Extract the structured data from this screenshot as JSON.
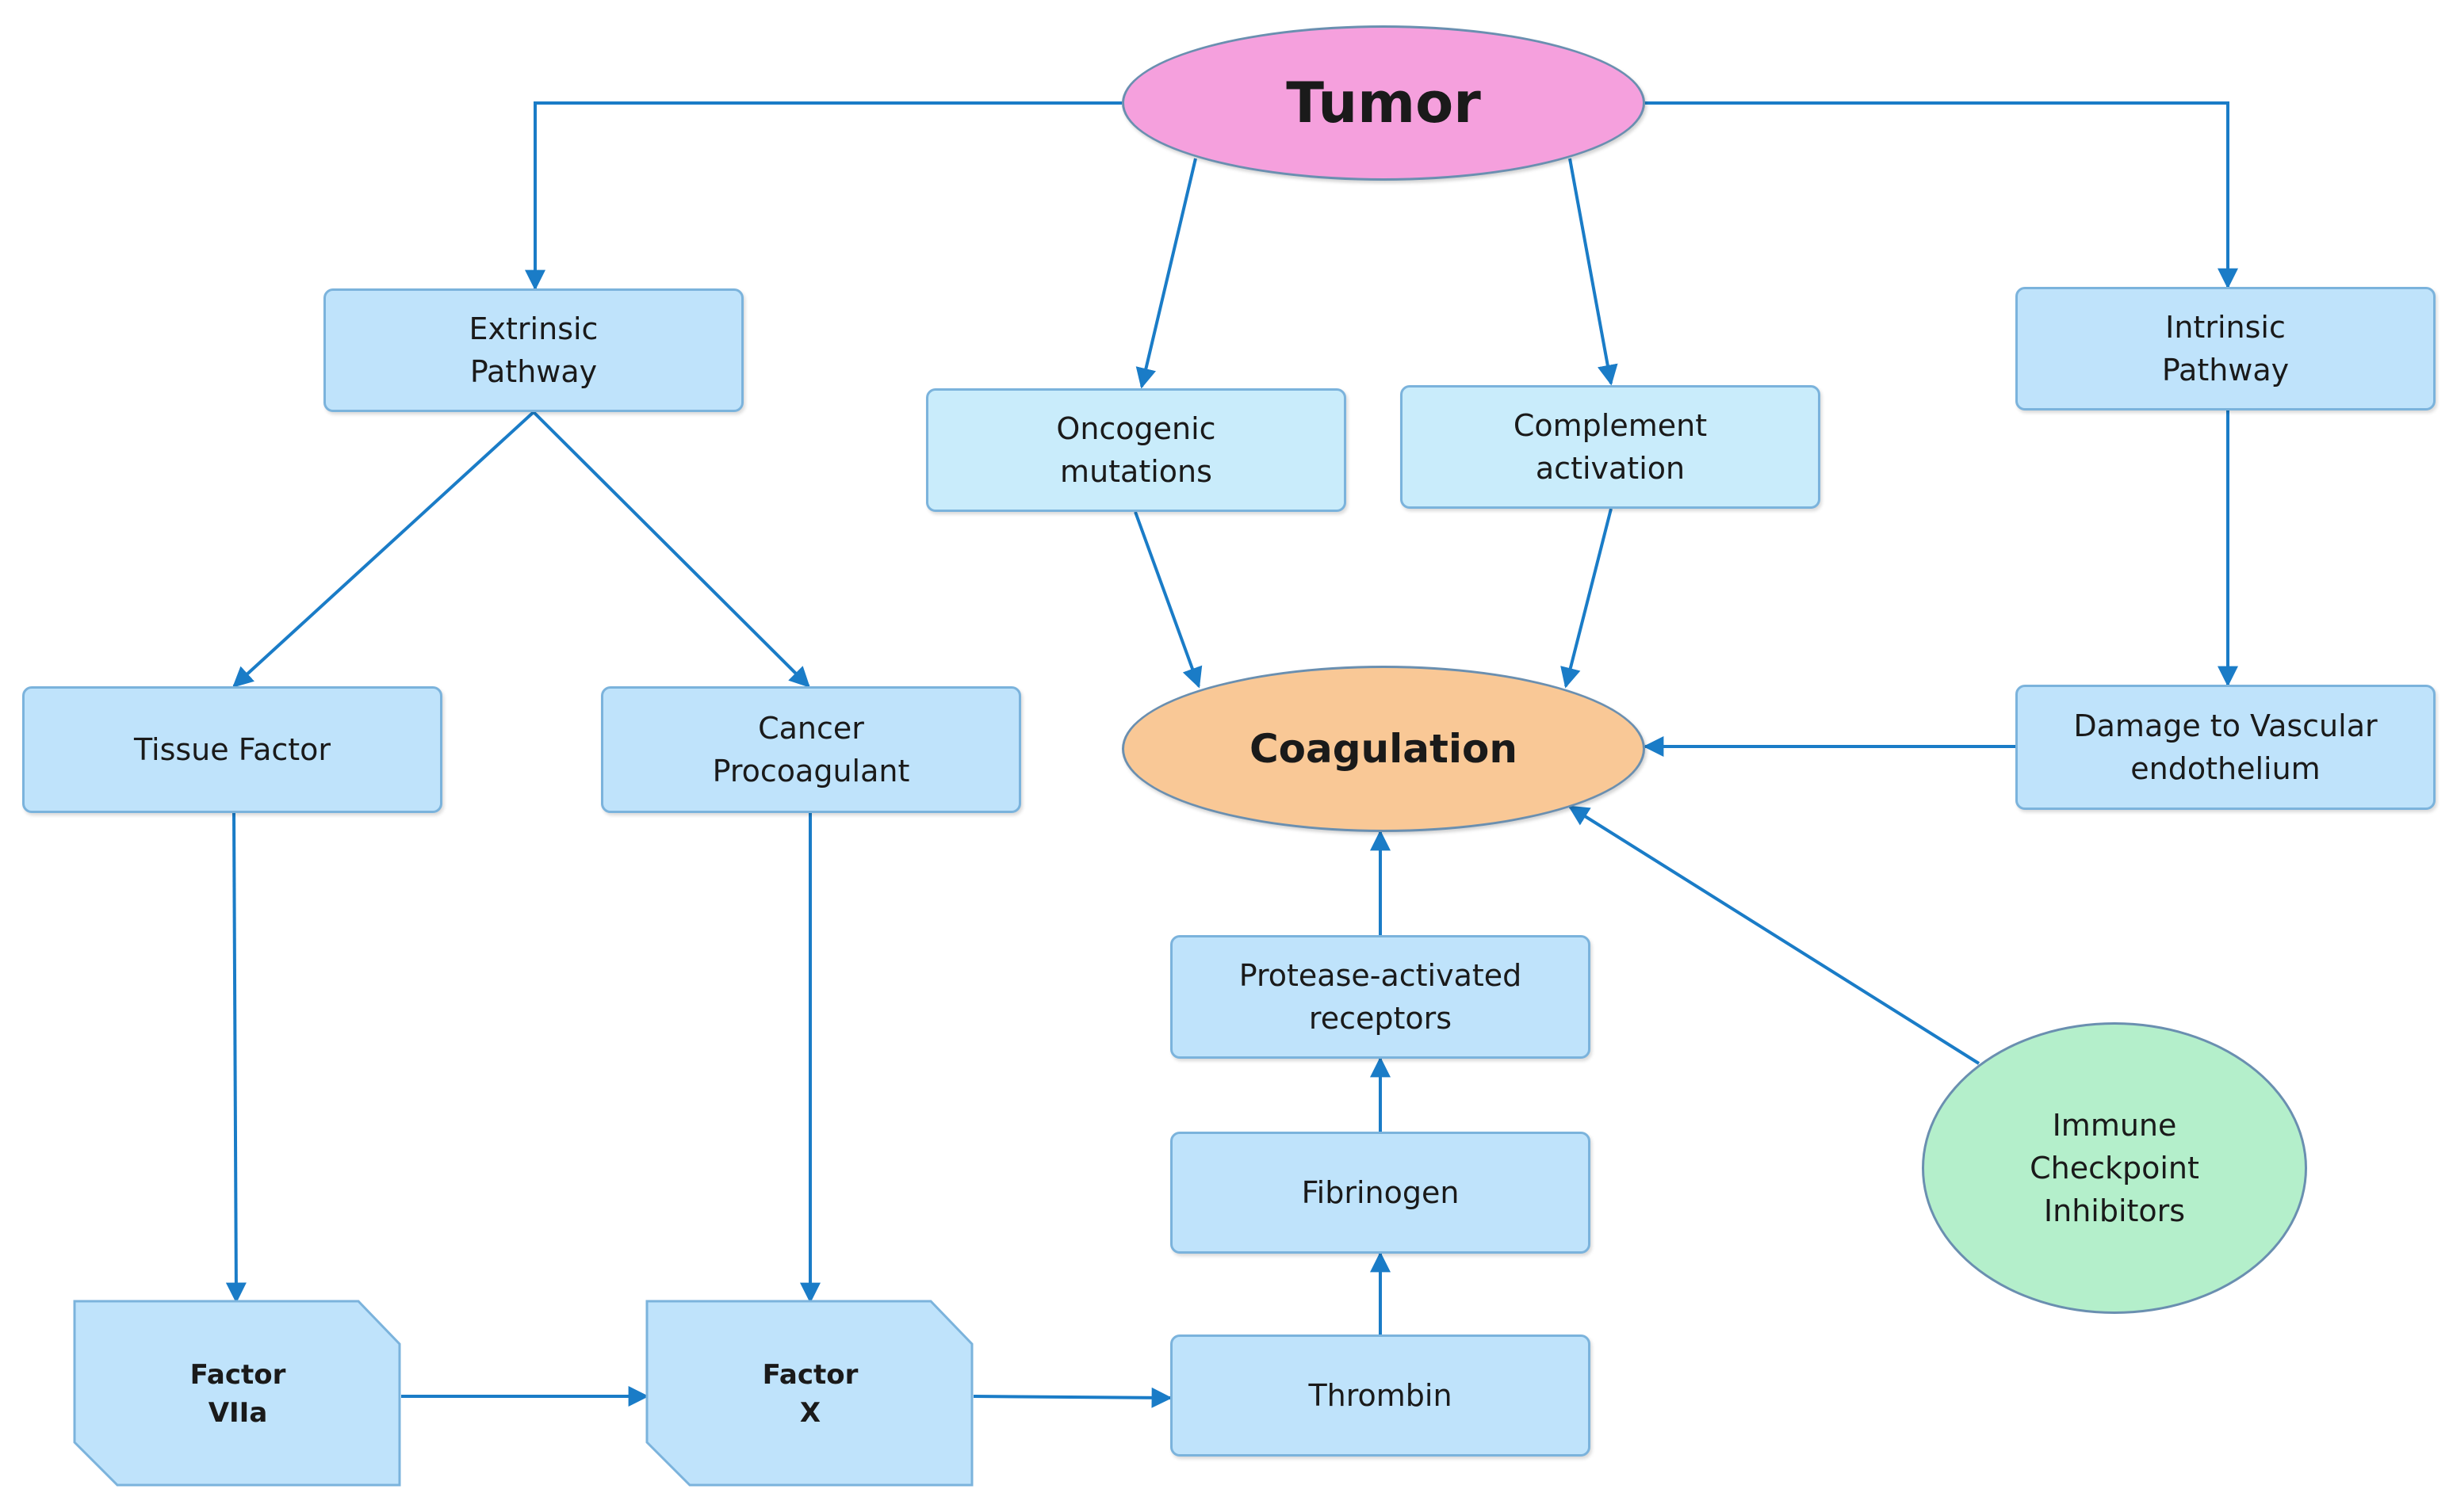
{
  "colors": {
    "arrow": "#1a7cc7",
    "box_fill": "#bfe3fb",
    "box_border": "#7bb3dc",
    "tumor_fill": "#f5a0dd",
    "coagulation_fill": "#f9c896",
    "immune_fill": "#b4efcb"
  },
  "nodes": {
    "tumor": "Tumor",
    "coagulation": "Coagulation",
    "extrinsic": "Extrinsic\nPathway",
    "intrinsic": "Intrinsic\nPathway",
    "oncogenic": "Oncogenic\nmutations",
    "complement": "Complement\nactivation",
    "tissue_factor": "Tissue Factor",
    "cancer_procoagulant": "Cancer\nProcoagulant",
    "damage": "Damage to Vascular\nendothelium",
    "protease": "Protease-activated\nreceptors",
    "fibrinogen": "Fibrinogen",
    "thrombin": "Thrombin",
    "immune": "Immune\nCheckpoint\nInhibitors",
    "factor_viia": "Factor\nVIIa",
    "factor_x": "Factor\nX"
  }
}
